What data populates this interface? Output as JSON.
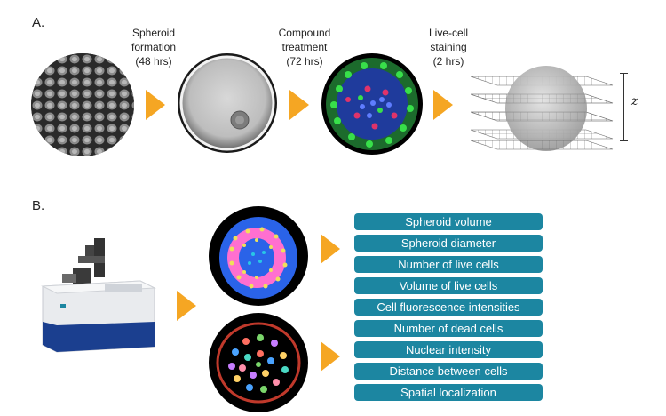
{
  "panel_a": {
    "label": "A.",
    "steps": [
      {
        "label": "Spheroid\nformation\n(48 hrs)"
      },
      {
        "label": "Compound\ntreatment\n(72 hrs)"
      },
      {
        "label": "Live-cell\nstaining\n(2 hrs)"
      }
    ],
    "z_axis_label": "z"
  },
  "panel_b": {
    "label": "B.",
    "metrics": [
      "Spheroid volume",
      "Spheroid diameter",
      "Number of live cells",
      "Volume of live cells",
      "Cell fluorescence intensities",
      "Number of dead cells",
      "Nuclear intensity",
      "Distance between cells",
      "Spatial localization"
    ]
  },
  "colors": {
    "arrow": "#f5a623",
    "metric_box": "#1c86a1",
    "instrument_blue": "#1b3f8f"
  }
}
